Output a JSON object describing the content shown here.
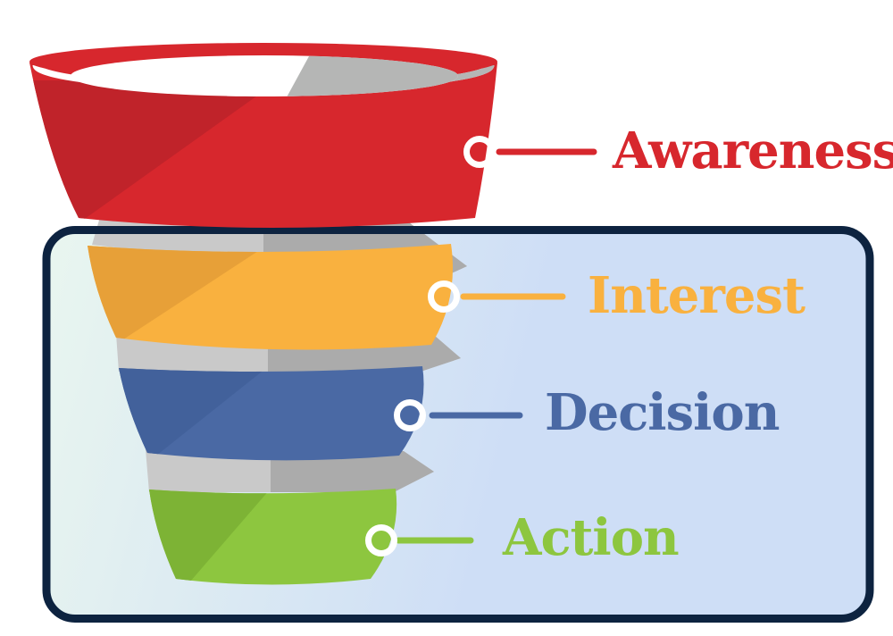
{
  "diagram": {
    "type": "marketing-funnel",
    "stages": [
      {
        "label": "Awareness",
        "color": "#d7272d",
        "shade": "#c0232a"
      },
      {
        "label": "Interest",
        "color": "#f9b13f",
        "shade": "#e7a038"
      },
      {
        "label": "Decision",
        "color": "#4a69a4",
        "shade": "#42619b"
      },
      {
        "label": "Action",
        "color": "#8dc63f",
        "shade": "#7db335"
      }
    ]
  },
  "palette": {
    "canvas_bg": "#ffffff",
    "box_border": "#0d2340",
    "box_bg_left": "#e9f6ef",
    "box_bg_right": "#cedef6",
    "funnel_inner_white": "#ffffff",
    "ribbon_light": "#c9c9c9",
    "ribbon_dark": "#ababab",
    "inner_shadow_gray": "#b5b6b5",
    "marker_ring": "#ffffff"
  }
}
